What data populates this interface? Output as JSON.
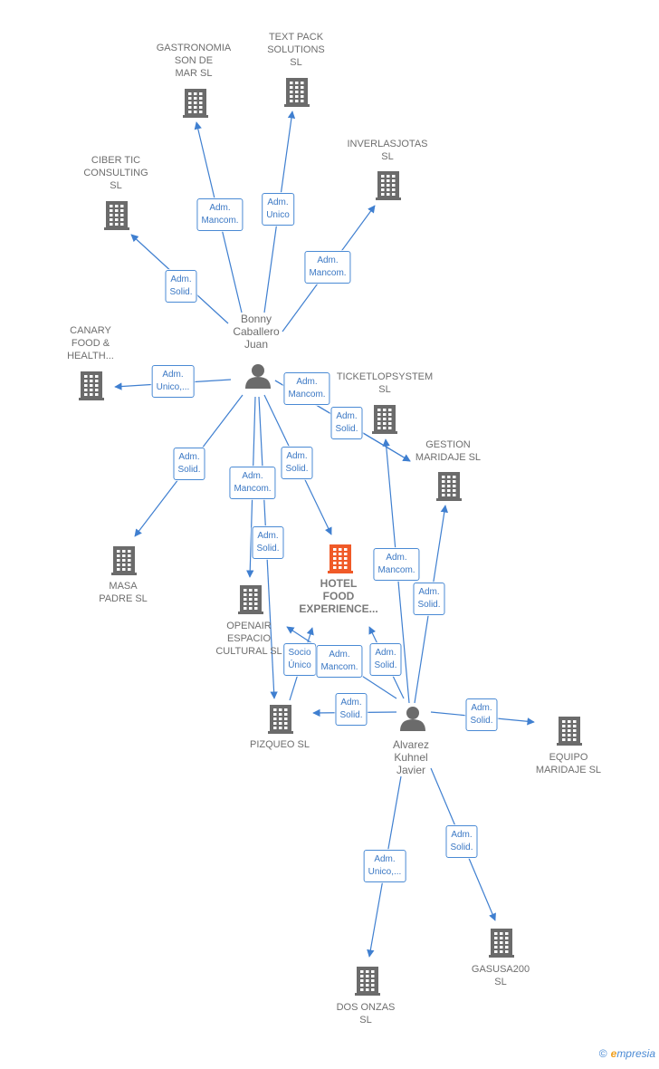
{
  "companies": [
    {
      "id": "gastronomia",
      "label": "GASTRONOMIA\nSON DE\nMAR  SL",
      "main": false
    },
    {
      "id": "textpack",
      "label": "TEXT PACK\nSOLUTIONS\nSL",
      "main": false
    },
    {
      "id": "inverlasjotas",
      "label": "INVERLASJOTAS\nSL",
      "main": false
    },
    {
      "id": "cibertic",
      "label": "CIBER TIC\nCONSULTING\nSL",
      "main": false
    },
    {
      "id": "canary",
      "label": "CANARY\nFOOD &\nHEALTH...",
      "main": false
    },
    {
      "id": "ticketlop",
      "label": "TICKETLOPSYSTEM\nSL",
      "main": false
    },
    {
      "id": "gestion",
      "label": "GESTION\nMARIDAJE  SL",
      "main": false
    },
    {
      "id": "masa",
      "label": "MASA\nPADRE  SL",
      "main": false
    },
    {
      "id": "hotel",
      "label": "HOTEL\nFOOD\nEXPERIENCE...",
      "main": true
    },
    {
      "id": "openair",
      "label": "OPENAIR\nESPACIO\nCULTURAL  SL",
      "main": false
    },
    {
      "id": "pizqueo",
      "label": "PIZQUEO  SL",
      "main": false
    },
    {
      "id": "equipo",
      "label": "EQUIPO\nMARIDAJE  SL",
      "main": false
    },
    {
      "id": "gasusa",
      "label": "GASUSA200\nSL",
      "main": false
    },
    {
      "id": "dosonzas",
      "label": "DOS ONZAS\nSL",
      "main": false
    }
  ],
  "persons": [
    {
      "id": "bonny",
      "label": "Bonny\nCaballero\nJuan"
    },
    {
      "id": "alvarez",
      "label": "Alvarez\nKuhnel\nJavier"
    }
  ],
  "relations": [
    {
      "id": "r1",
      "from": "bonny",
      "to": "gastronomia",
      "label": "Adm.\nMancom."
    },
    {
      "id": "r2",
      "from": "bonny",
      "to": "textpack",
      "label": "Adm.\nUnico"
    },
    {
      "id": "r3",
      "from": "bonny",
      "to": "inverlasjotas",
      "label": "Adm.\nMancom."
    },
    {
      "id": "r4",
      "from": "bonny",
      "to": "cibertic",
      "label": "Adm.\nSolid."
    },
    {
      "id": "r5",
      "from": "bonny",
      "to": "canary",
      "label": "Adm.\nUnico,..."
    },
    {
      "id": "r6",
      "from": "bonny",
      "to": "ticketlop",
      "label": "Adm.\nMancom."
    },
    {
      "id": "r7",
      "from": "bonny",
      "to": "gestion",
      "label": "Adm.\nSolid."
    },
    {
      "id": "r8",
      "from": "bonny",
      "to": "masa",
      "label": "Adm.\nSolid."
    },
    {
      "id": "r9",
      "from": "bonny",
      "to": "hotel",
      "label": "Adm.\nSolid."
    },
    {
      "id": "r10",
      "from": "bonny",
      "to": "openair",
      "label": "Adm.\nMancom."
    },
    {
      "id": "r11",
      "from": "bonny",
      "to": "pizqueo",
      "label": "Adm.\nSolid."
    },
    {
      "id": "r12",
      "from": "alvarez",
      "to": "ticketlop",
      "label": "Adm.\nMancom."
    },
    {
      "id": "r13",
      "from": "alvarez",
      "to": "gestion",
      "label": "Adm.\nSolid."
    },
    {
      "id": "r14",
      "from": "alvarez",
      "to": "openair",
      "label": "Socio\nÚnico"
    },
    {
      "id": "r15",
      "from": "alvarez",
      "to": "openair",
      "label": "Adm.\nMancom."
    },
    {
      "id": "r16",
      "from": "alvarez",
      "to": "hotel",
      "label": "Adm.\nSolid."
    },
    {
      "id": "r17",
      "from": "alvarez",
      "to": "pizqueo",
      "label": "Adm.\nSolid."
    },
    {
      "id": "r18",
      "from": "alvarez",
      "to": "equipo",
      "label": "Adm.\nSolid."
    },
    {
      "id": "r19",
      "from": "alvarez",
      "to": "gasusa",
      "label": "Adm.\nSolid."
    },
    {
      "id": "r20",
      "from": "alvarez",
      "to": "dosonzas",
      "label": "Adm.\nUnico,..."
    }
  ],
  "colors": {
    "edge": "#3f7fd0",
    "building": "#6b6b6b",
    "main_building": "#f05a28",
    "person": "#6b6b6b"
  },
  "footer": {
    "copyright": "©",
    "brand_initial": "e",
    "brand_rest": "mpresia"
  }
}
